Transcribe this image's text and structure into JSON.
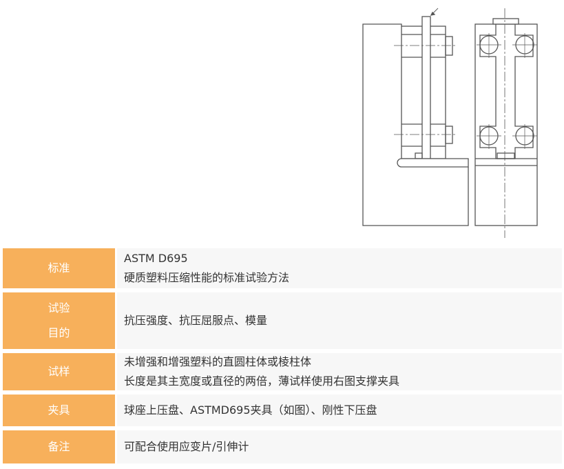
{
  "table": {
    "rows": [
      {
        "label": [
          "标准"
        ],
        "value": [
          "ASTM D695",
          "硬质塑料压缩性能的标准试验方法"
        ]
      },
      {
        "label": [
          "试验",
          "目的"
        ],
        "value": [
          "抗压强度、抗压屈服点、模量"
        ]
      },
      {
        "label": [
          "试样"
        ],
        "value": [
          "未增强和增强塑料的直圆柱体或棱柱体",
          "长度是其主宽度或直径的两倍，薄试样使用右图支撑夹具"
        ]
      },
      {
        "label": [
          "夹具"
        ],
        "value": [
          "球座上压盘、ASTMD695夹具（如图）、刚性下压盘"
        ]
      },
      {
        "label": [
          "备注"
        ],
        "value": [
          "可配合使用应变片/引伸计"
        ]
      }
    ]
  }
}
